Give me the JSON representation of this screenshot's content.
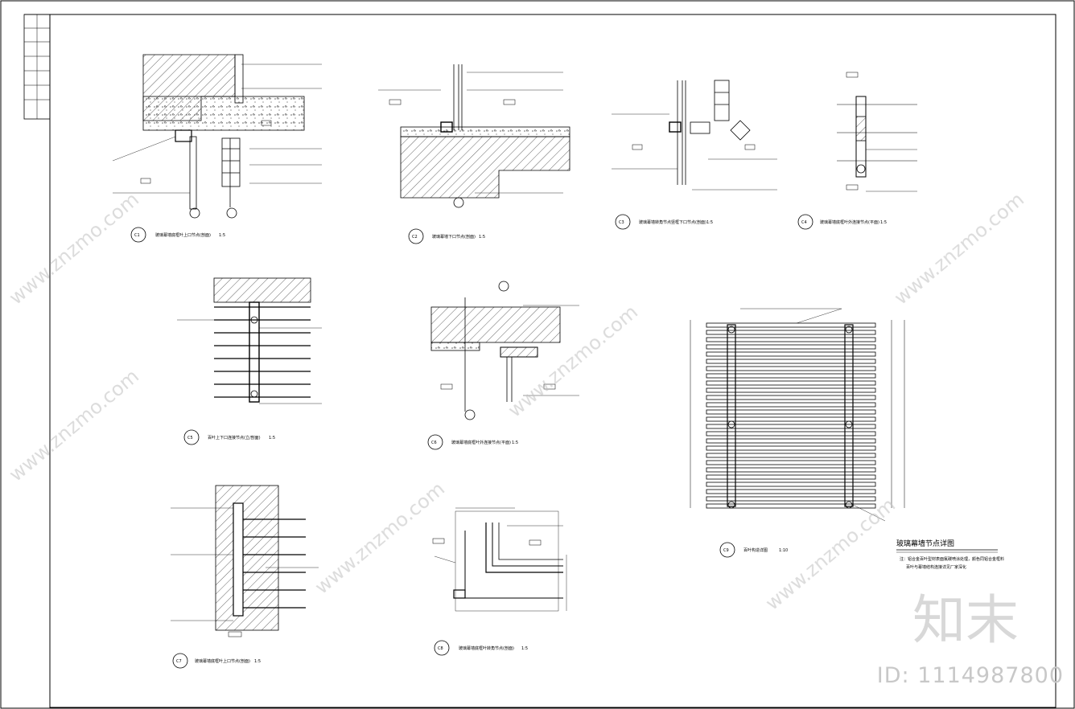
{
  "drawing": {
    "sheet_title": "玻璃幕墙节点详图",
    "scale_small": "1:5",
    "scale_large": "1:10",
    "details": [
      {
        "id": "C1",
        "title": "玻璃幕墙底框叶上口节点(剖面)",
        "scale": "1:5"
      },
      {
        "id": "C2",
        "title": "玻璃幕墙下口节点(剖面)",
        "scale": "1:5"
      },
      {
        "id": "C3",
        "title": "玻璃幕墙转角节点竖框下口节点(剖面)",
        "scale": "1:5"
      },
      {
        "id": "C4",
        "title": "玻璃幕墙底框叶外连接节点(平面)",
        "scale": "1:5"
      },
      {
        "id": "C5",
        "title": "百叶上下口连接节点(立/剖面)",
        "scale": "1:5"
      },
      {
        "id": "C6",
        "title": "玻璃幕墙底框叶外连接节点(平面)",
        "scale": "1:5"
      },
      {
        "id": "C7",
        "title": "玻璃幕墙底框叶上口节点(剖面)",
        "scale": "1:5"
      },
      {
        "id": "C8",
        "title": "玻璃幕墙底框叶转角节点(剖面)",
        "scale": "1:5"
      },
      {
        "id": "C9",
        "title": "百叶构造详图",
        "scale": "1:10"
      }
    ],
    "notes": [
      "注：铝合金百叶型材表面氟碳喷涂处理，颜色同铝合金框料",
      "百叶与幕墙结构连接详见厂家深化"
    ]
  },
  "watermark": {
    "site": "www.znzmo.com",
    "brand": "知末",
    "id_label": "ID: 1114987800"
  }
}
